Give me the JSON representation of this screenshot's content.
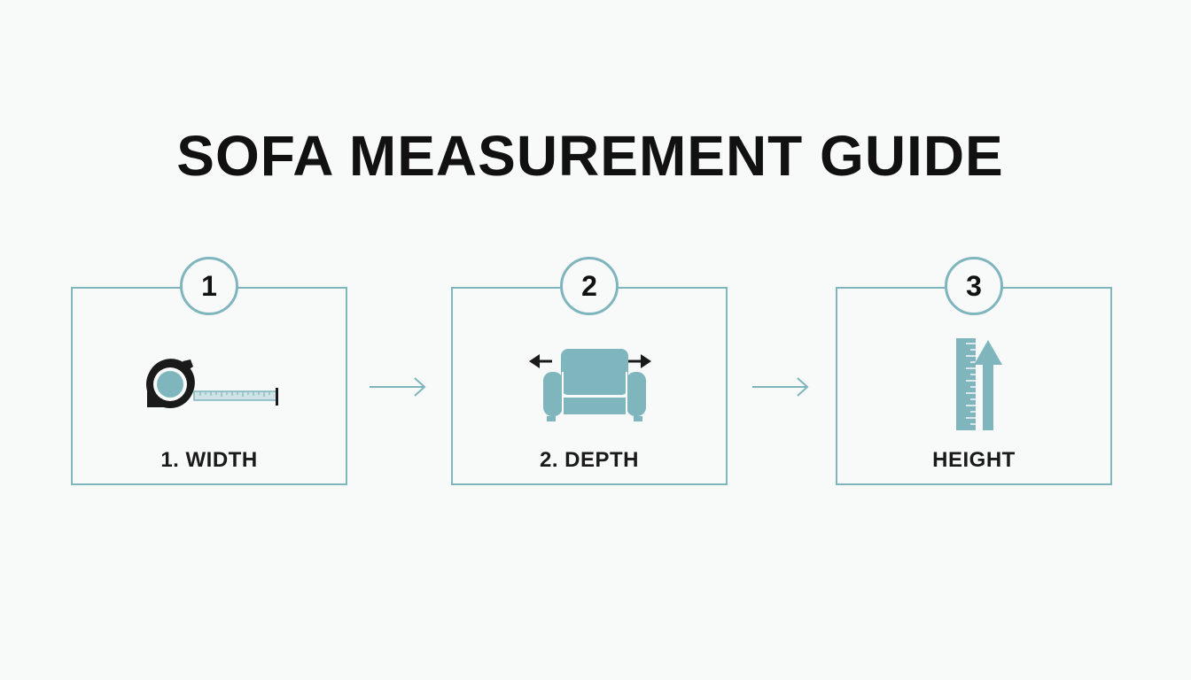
{
  "title": "SOFA MEASUREMENT GUIDE",
  "steps": [
    {
      "number": "1",
      "label": "1. WIDTH",
      "icon": "tape-measure-icon"
    },
    {
      "number": "2",
      "label": "2. DEPTH",
      "icon": "armchair-width-icon"
    },
    {
      "number": "3",
      "label": "HEIGHT",
      "icon": "ruler-up-arrow-icon"
    }
  ],
  "colors": {
    "accent": "#7fb5bd",
    "text": "#111111",
    "background": "#f8f9f9"
  }
}
